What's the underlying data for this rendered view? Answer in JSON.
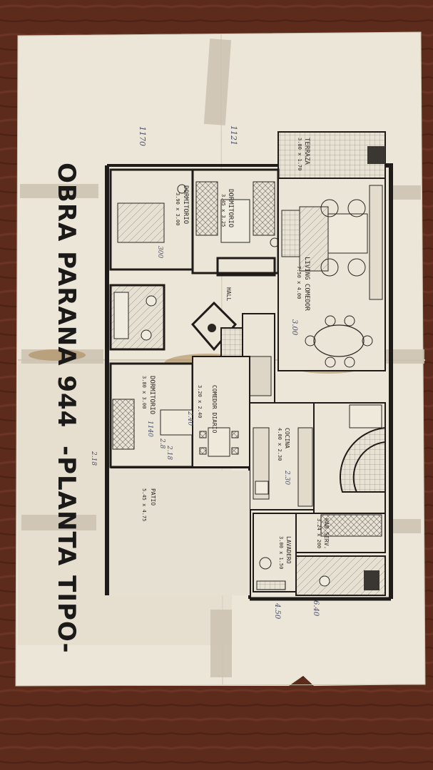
{
  "title": "OBRA PARANA 944",
  "subtitle": "-PLANTA TIPO-",
  "rooms": [
    {
      "name": "TERRAZA",
      "dims": "3.80 x 1.70"
    },
    {
      "name": "DORMITORIO",
      "dims": "3.90 x 3.00"
    },
    {
      "name": "DORMITORIO",
      "dims": "3.45 x 3.25"
    },
    {
      "name": "LIVING COMEDOR",
      "dims": "7.50 x 4.00"
    },
    {
      "name": "HALL",
      "dims": ""
    },
    {
      "name": "DORMITORIO",
      "dims": "3.80 x 3.00"
    },
    {
      "name": "COMEDOR DIARIO",
      "dims": "3.20 x 2.40"
    },
    {
      "name": "COCINA",
      "dims": "4.00 x 2.30"
    },
    {
      "name": "PATIO",
      "dims": "5.45 x 4.75"
    },
    {
      "name": "HAB SERV.",
      "dims": "3.24 x 200"
    },
    {
      "name": "LAVADERO",
      "dims": "3.00 x 1.50"
    }
  ],
  "annotations": [
    "1170",
    "1121",
    "300",
    "3.00",
    "2.18",
    "2.8",
    "1140",
    "2.18",
    "2.40",
    "2.30",
    "6.40",
    "4.50"
  ],
  "colors": {
    "table": "#5a2a1c",
    "paper": "#e9e3d6",
    "ink": "#2a2622",
    "tape": "#c9bfae",
    "stain": "#a8824f"
  }
}
